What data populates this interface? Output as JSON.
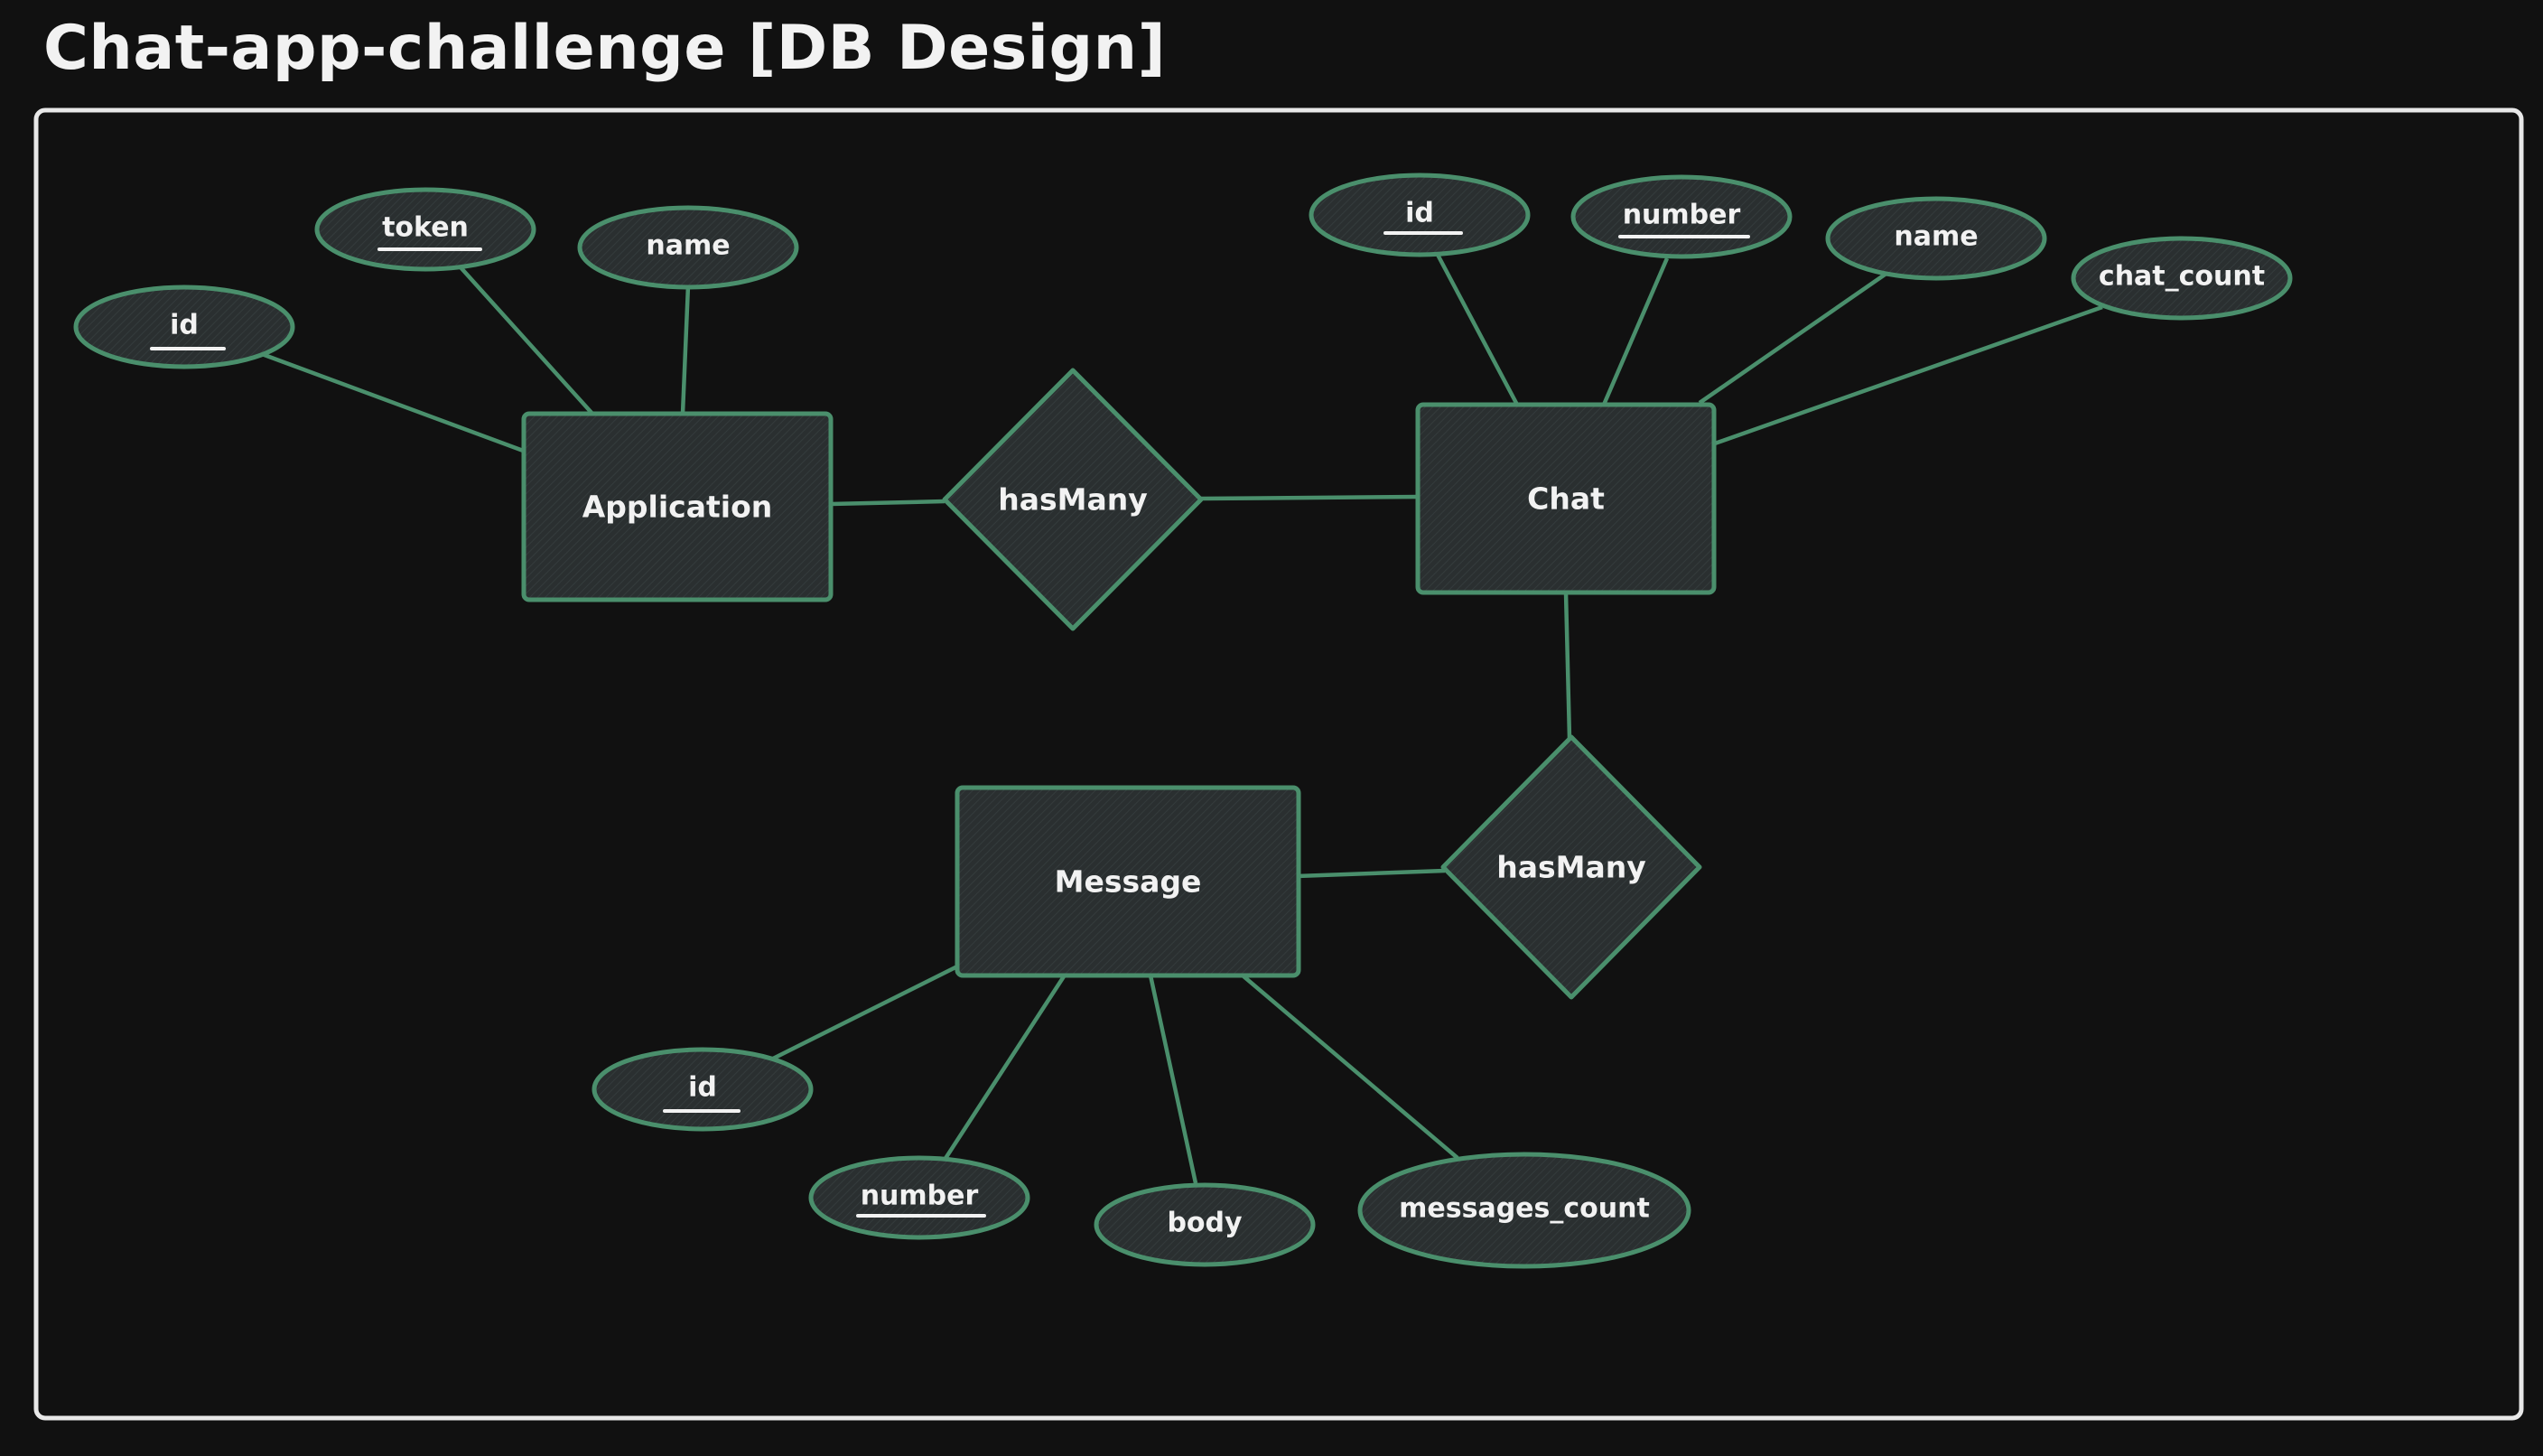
{
  "title": "Chat-app-challenge [DB Design]",
  "colors": {
    "background": "#111111",
    "shape_fill": "#2a2f30",
    "shape_stroke": "#4a8f6c",
    "frame_stroke": "#e8e8e8",
    "text": "#f2f2f2"
  },
  "entities": {
    "application": {
      "label": "Application"
    },
    "chat": {
      "label": "Chat"
    },
    "message": {
      "label": "Message"
    }
  },
  "relationships": {
    "application_chat": {
      "label": "hasMany"
    },
    "chat_message": {
      "label": "hasMany"
    }
  },
  "attributes": {
    "application": {
      "id": {
        "label": "id",
        "key": true
      },
      "token": {
        "label": "token",
        "key": true
      },
      "name": {
        "label": "name",
        "key": false
      }
    },
    "chat": {
      "id": {
        "label": "id",
        "key": true
      },
      "number": {
        "label": "number",
        "key": true
      },
      "name": {
        "label": "name",
        "key": false
      },
      "chat_count": {
        "label": "chat_count",
        "key": false
      }
    },
    "message": {
      "id": {
        "label": "id",
        "key": true
      },
      "number": {
        "label": "number",
        "key": true
      },
      "body": {
        "label": "body",
        "key": false
      },
      "messages_count": {
        "label": "messages_count",
        "key": false
      }
    }
  }
}
